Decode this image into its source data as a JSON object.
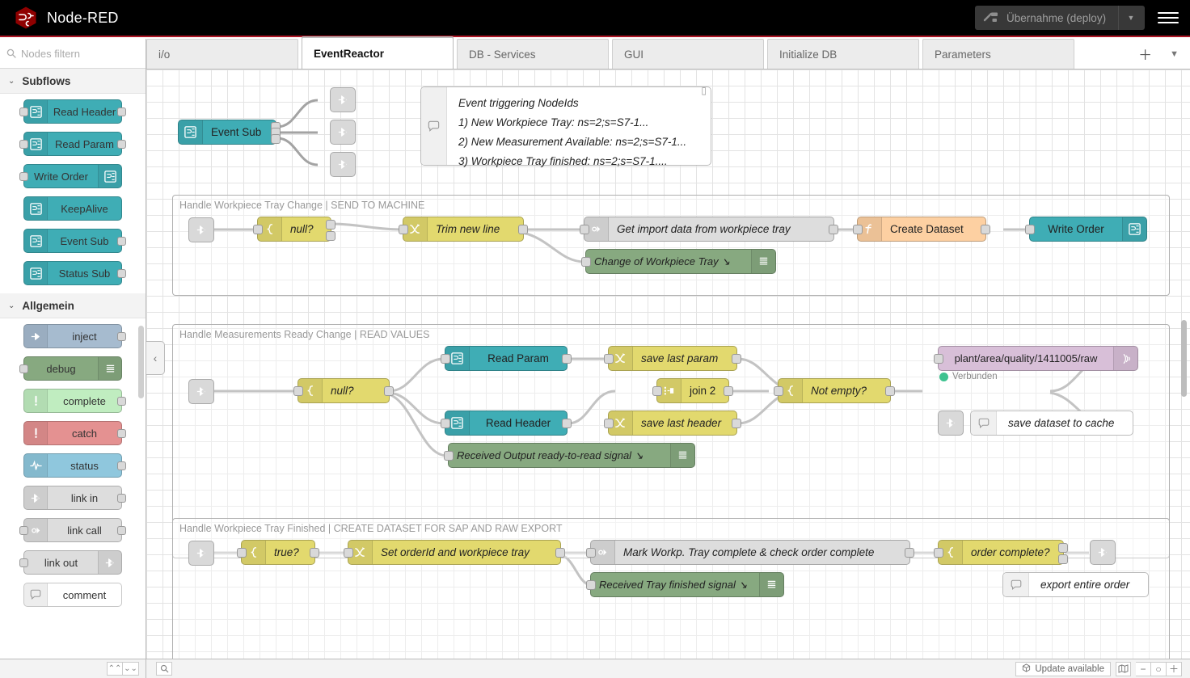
{
  "header": {
    "brand": "Node-RED",
    "logo_icon": "node-red-logo-icon",
    "deploy_label": "Übernahme (deploy)",
    "deploy_icon": "deploy-icon",
    "deploy_caret_icon": "chevron-down-icon",
    "menu_icon": "hamburger-menu-icon"
  },
  "palette": {
    "search_placeholder": "Nodes filtern",
    "search_value": "",
    "search_icon": "search-icon",
    "categories": [
      {
        "name": "Subflows",
        "chevron": "chevron-down-icon",
        "nodes": [
          {
            "label": "Read Header",
            "color": "#3fadb5",
            "icon_side": "left",
            "icon": "subflow-icon",
            "in": true,
            "out": true
          },
          {
            "label": "Read Param",
            "color": "#3fadb5",
            "icon_side": "left",
            "icon": "subflow-icon",
            "in": true,
            "out": true
          },
          {
            "label": "Write Order",
            "color": "#3fadb5",
            "icon_side": "right",
            "icon": "subflow-icon",
            "in": true,
            "out": false
          },
          {
            "label": "KeepAlive",
            "color": "#3fadb5",
            "icon_side": "left",
            "icon": "subflow-icon",
            "in": false,
            "out": false
          },
          {
            "label": "Event Sub",
            "color": "#3fadb5",
            "icon_side": "left",
            "icon": "subflow-icon",
            "in": false,
            "out": true
          },
          {
            "label": "Status Sub",
            "color": "#3fadb5",
            "icon_side": "left",
            "icon": "subflow-icon",
            "in": false,
            "out": true
          }
        ]
      },
      {
        "name": "Allgemein",
        "chevron": "chevron-down-icon",
        "nodes": [
          {
            "label": "inject",
            "color": "#a6bbcf",
            "icon_side": "left",
            "icon": "inject-arrow-icon",
            "in": false,
            "out": true
          },
          {
            "label": "debug",
            "color": "#87a980",
            "icon_side": "right",
            "icon": "debug-lines-icon",
            "in": true,
            "out": false
          },
          {
            "label": "complete",
            "color": "#c0edc0",
            "icon_side": "left",
            "icon": "exclamation-icon",
            "in": false,
            "out": true
          },
          {
            "label": "catch",
            "color": "#e49191",
            "icon_side": "left",
            "icon": "exclamation-icon",
            "in": false,
            "out": true
          },
          {
            "label": "status",
            "color": "#8fc7dd",
            "icon_side": "left",
            "icon": "pulse-icon",
            "in": false,
            "out": true
          },
          {
            "label": "link in",
            "color": "#dddddd",
            "icon_side": "left",
            "icon": "link-icon",
            "in": false,
            "out": true
          },
          {
            "label": "link call",
            "color": "#dddddd",
            "icon_side": "left",
            "icon": "link-call-icon",
            "in": true,
            "out": true
          },
          {
            "label": "link out",
            "color": "#dddddd",
            "icon_side": "right",
            "icon": "link-icon",
            "in": true,
            "out": false
          },
          {
            "label": "comment",
            "color": "#ffffff",
            "icon_side": "left",
            "icon": "comment-icon",
            "in": false,
            "out": false
          }
        ]
      }
    ],
    "collapse_icon": "chevron-left-icon"
  },
  "tabs": {
    "items": [
      {
        "label": "i/o",
        "active": false
      },
      {
        "label": "EventReactor",
        "active": true
      },
      {
        "label": "DB - Services",
        "active": false
      },
      {
        "label": "GUI",
        "active": false
      },
      {
        "label": "Initialize DB",
        "active": false
      },
      {
        "label": "Parameters",
        "active": false
      }
    ],
    "add_icon": "plus-icon",
    "more_icon": "chevron-down-icon"
  },
  "workspace": {
    "top_nodes": [
      {
        "label": "Event Sub",
        "type": "subflow",
        "color": "#3fadb5"
      }
    ],
    "top_comment": {
      "lines": [
        "Event triggering NodeIds",
        "1) New Workpiece Tray: ns=2;s=S7-1...",
        "2) New Measurement Available: ns=2;s=S7-1...",
        "3) Workpiece Tray finished: ns=2;s=S7-1...."
      ],
      "icon": "comment-icon",
      "clip_icon": "resize-handle-icon"
    },
    "groups": [
      {
        "title": "Handle Workpiece Tray Change | SEND TO MACHINE",
        "nodes": [
          {
            "label": "null?",
            "color": "#e2d96e",
            "kind": "switch"
          },
          {
            "label": "Trim new line",
            "color": "#e2d96e",
            "kind": "change"
          },
          {
            "label": "Get import data from workpiece tray",
            "color": "#dddddd",
            "kind": "link-call"
          },
          {
            "label": "Create Dataset",
            "color": "#fdd0a2",
            "kind": "function"
          },
          {
            "label": "Write Order",
            "color": "#3fadb5",
            "kind": "subflow"
          },
          {
            "label": "Change of Workpiece Tray",
            "color": "#87a980",
            "kind": "debug"
          }
        ]
      },
      {
        "title": "Handle Measurements Ready Change | READ VALUES",
        "nodes": [
          {
            "label": "null?",
            "color": "#e2d96e",
            "kind": "switch"
          },
          {
            "label": "Read Param",
            "color": "#3fadb5",
            "kind": "subflow"
          },
          {
            "label": "Read Header",
            "color": "#3fadb5",
            "kind": "subflow"
          },
          {
            "label": "save last param",
            "color": "#e2d96e",
            "kind": "change"
          },
          {
            "label": "save last header",
            "color": "#e2d96e",
            "kind": "change"
          },
          {
            "label": "join 2",
            "color": "#e2d96e",
            "kind": "join"
          },
          {
            "label": "Not empty?",
            "color": "#e2d96e",
            "kind": "switch"
          },
          {
            "label": "plant/area/quality/1411005/raw",
            "color": "#d8bfd8",
            "kind": "mqtt-out"
          },
          {
            "label": "Received Output ready-to-read signal",
            "color": "#87a980",
            "kind": "debug"
          }
        ],
        "status": {
          "text": "Verbunden",
          "color": "#3ec28f"
        },
        "comment": {
          "label": "save dataset to cache",
          "icon": "comment-icon"
        }
      },
      {
        "title": "Handle Workpiece Tray Finished | CREATE DATASET FOR SAP AND RAW EXPORT",
        "nodes": [
          {
            "label": "true?",
            "color": "#e2d96e",
            "kind": "switch"
          },
          {
            "label": "Set orderId and workpiece tray",
            "color": "#e2d96e",
            "kind": "change"
          },
          {
            "label": "Mark Workp. Tray complete & check order complete",
            "color": "#dddddd",
            "kind": "link-call"
          },
          {
            "label": "order complete?",
            "color": "#e2d96e",
            "kind": "switch"
          },
          {
            "label": "Received Tray finished signal",
            "color": "#87a980",
            "kind": "debug"
          }
        ],
        "comment": {
          "label": "export entire order",
          "icon": "comment-icon"
        }
      }
    ]
  },
  "footer": {
    "collapse_up_icon": "chevrons-up-icon",
    "collapse_down_icon": "chevrons-down-icon",
    "search_icon": "search-icon",
    "update_label": "Update available",
    "update_icon": "cube-icon",
    "map_icon": "map-icon",
    "zoom_out_icon": "minus-icon",
    "zoom_reset_icon": "circle-icon",
    "zoom_in_icon": "plus-icon"
  }
}
